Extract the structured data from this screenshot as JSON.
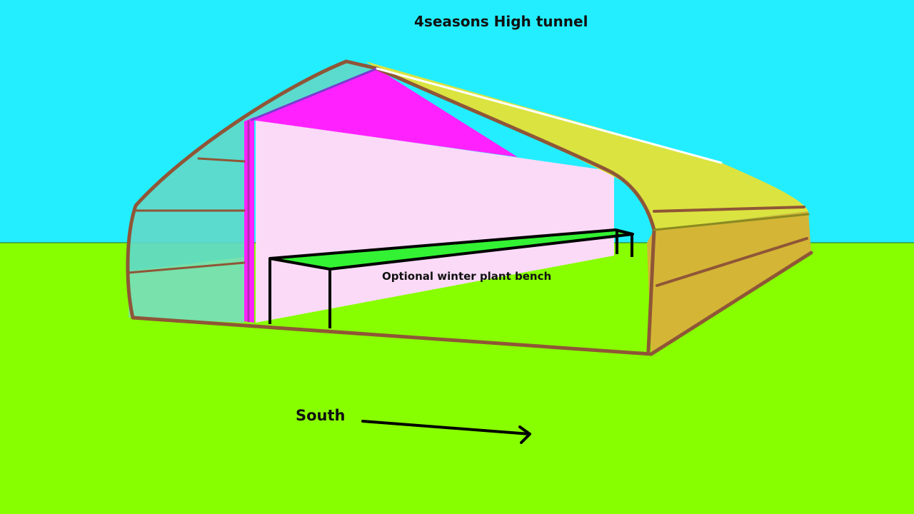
{
  "diagram": {
    "title": "4seasons High tunnel",
    "bench_label": "Optional winter plant bench",
    "direction_label": "South"
  },
  "colors": {
    "sky": "#22eeff",
    "ground": "#88ff00",
    "frame": "#8f5637",
    "gable_end": "#ff22ff",
    "back_wall": "#fadaf7",
    "roof": "#dbe340",
    "side_wall": "#d4b536",
    "end_wall": "#5fd9c9",
    "bench_top": "#33f233",
    "bench_frame": "#000000",
    "arrow": "#000000"
  }
}
